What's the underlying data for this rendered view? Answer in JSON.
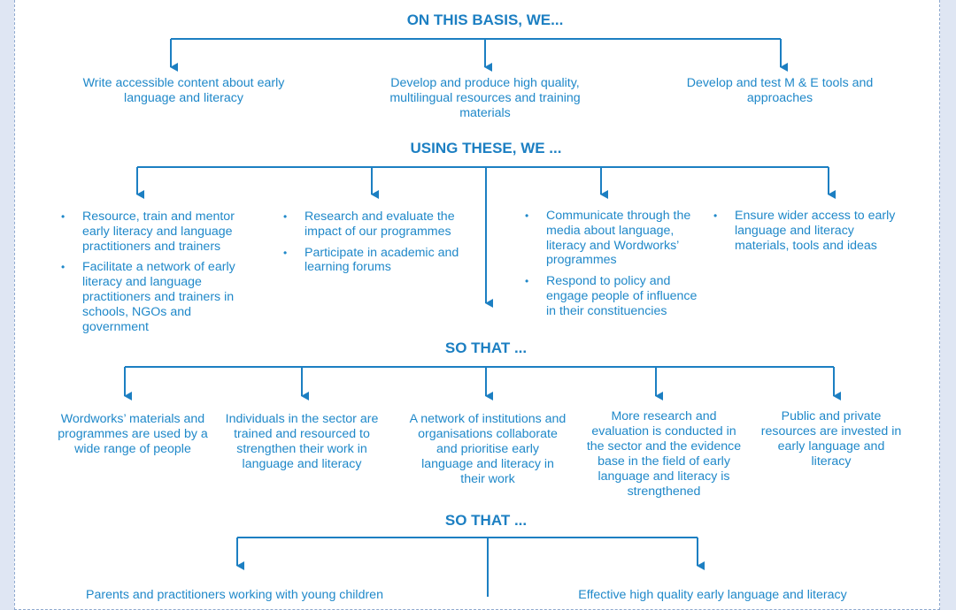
{
  "headings": {
    "basis": "ON THIS BASIS, WE...",
    "using": "USING THESE, WE ...",
    "so_that_1": "SO THAT ...",
    "so_that_2": "SO THAT ..."
  },
  "basis_items": [
    "Write accessible content about early language  and literacy",
    "Develop  and produce  high quality, multilingual  resources and training materials",
    "Develop and test M & E tools and approaches"
  ],
  "using_groups": [
    {
      "bullets": [
        "Resource, train and mentor early literacy and language practitioners and trainers",
        "Facilitate a network of early literacy and language practitioners and trainers in schools, NGOs and government"
      ]
    },
    {
      "bullets": [
        "Research and evaluate the impact of our programmes",
        "Participate in academic and learning forums"
      ]
    },
    {
      "bullets": [
        "Communicate through the media about language,  literacy and Wordworks’ programmes",
        "Respond  to policy and engage people of influence in their constituencies"
      ]
    },
    {
      "bullets": [
        "Ensure wider access to early language and literacy materials, tools and ideas"
      ]
    }
  ],
  "so_that_items": [
    "Wordworks’ materials and programmes are used by a wide range of people",
    "Individuals  in the sector are trained and resourced to strengthen  their work in language and literacy",
    "A network of institutions and organisations collaborate  and prioritise early language  and literacy in their work",
    "More research and evaluation is conducted in the sector and the evidence  base in the field of early language  and literacy is strengthened",
    "Public and private resources are invested in early language and literacy"
  ],
  "final_items": [
    "Parents and practitioners  working with young children",
    "Effective  high quality early language  and literacy"
  ],
  "colors": {
    "accent": "#1c7fc2",
    "text": "#1f88c9",
    "border": "#8fa9cf",
    "background": "#dfe6f3"
  }
}
